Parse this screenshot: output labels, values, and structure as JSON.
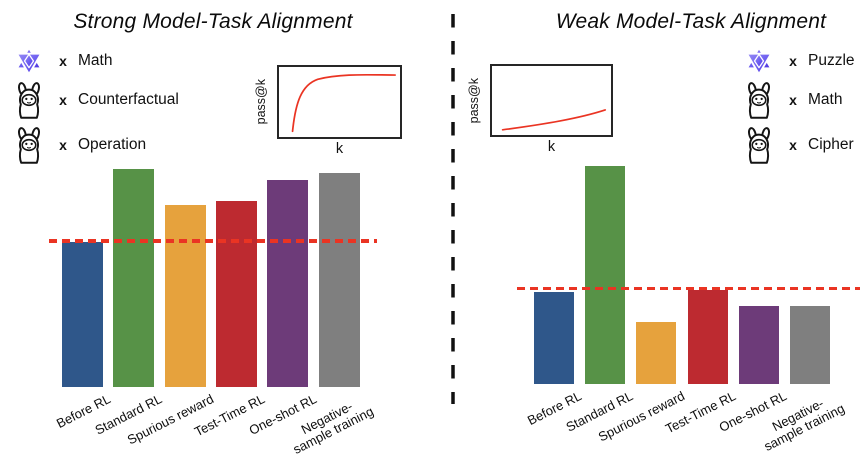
{
  "chart_data": [
    {
      "type": "bar",
      "panel": "left",
      "title": "Strong Model-Task Alignment",
      "model_task_pairs": [
        {
          "model_icon": "qwen-logo",
          "times": "x",
          "task": "Math"
        },
        {
          "model_icon": "llama-logo",
          "times": "x",
          "task": "Counterfactual"
        },
        {
          "model_icon": "llama-logo",
          "times": "x",
          "task": "Operation"
        }
      ],
      "inset": {
        "type": "line",
        "xlabel": "k",
        "ylabel": "pass@k",
        "shape": "steep rise then plateau (saturating)",
        "color": "#ea3423"
      },
      "categories": [
        "Before RL",
        "Standard RL",
        "Spurious reward",
        "Test-Time RL",
        "One-shot RL",
        "Negative-\nsample training"
      ],
      "values": [
        63,
        95,
        79,
        81,
        90,
        93
      ],
      "colors": [
        "#2f578a",
        "#579247",
        "#e6a23d",
        "#bd2a30",
        "#6d3b79",
        "#7f7f7f"
      ],
      "reference_line": {
        "value": 63,
        "style": "dashed",
        "color": "#ea3423",
        "meaning": "Before RL level"
      },
      "ylim": [
        0,
        100
      ],
      "grid": false,
      "legend_position": "upper-left"
    },
    {
      "type": "bar",
      "panel": "right",
      "title": "Weak Model-Task Alignment",
      "model_task_pairs": [
        {
          "model_icon": "qwen-logo",
          "times": "x",
          "task": "Puzzle"
        },
        {
          "model_icon": "llama-logo",
          "times": "x",
          "task": "Math"
        },
        {
          "model_icon": "llama-logo",
          "times": "x",
          "task": "Cipher"
        }
      ],
      "inset": {
        "type": "line",
        "xlabel": "k",
        "ylabel": "pass@k",
        "shape": "slow near-linear rise",
        "color": "#ea3423"
      },
      "categories": [
        "Before RL",
        "Standard RL",
        "Spurious reward",
        "Test-Time RL",
        "One-shot RL",
        "Negative-\nsample training"
      ],
      "values": [
        40,
        95,
        27,
        41,
        34,
        34
      ],
      "colors": [
        "#2f578a",
        "#579247",
        "#e6a23d",
        "#bd2a30",
        "#6d3b79",
        "#7f7f7f"
      ],
      "reference_line": {
        "value": 41,
        "style": "dashed",
        "color": "#ea3423",
        "meaning": "Before RL level"
      },
      "ylim": [
        0,
        100
      ],
      "grid": false,
      "legend_position": "upper-right"
    }
  ],
  "divider": {
    "style": "vertical-dashed",
    "color": "#111111"
  }
}
